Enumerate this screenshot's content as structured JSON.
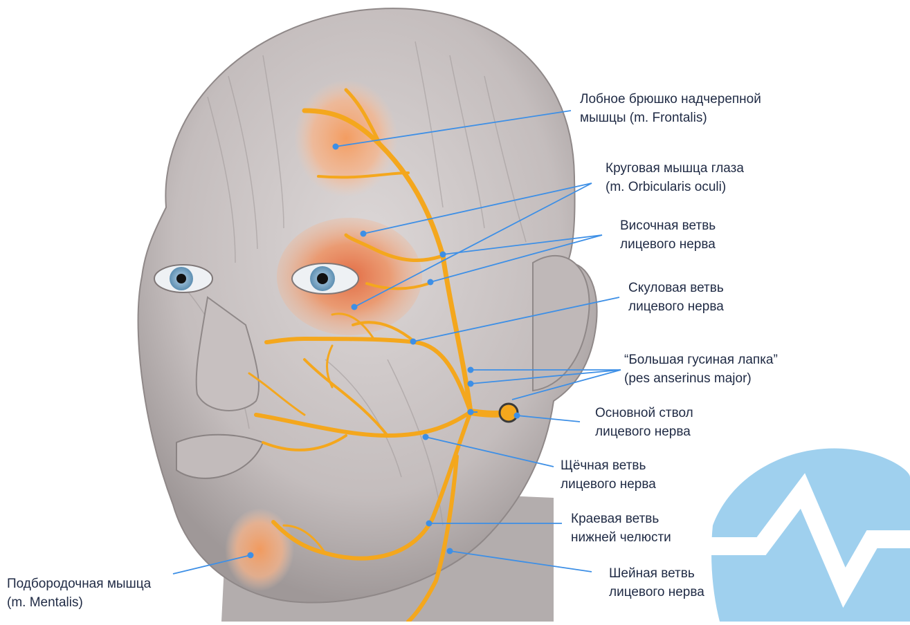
{
  "colors": {
    "leader_line": "#3d8fe6",
    "nerve": "#f4a71d",
    "muscle_highlight": "#f08a4b",
    "skin": "#cfc9c9",
    "skin_shadow": "#9d9696",
    "logo": "#9fd0ee",
    "text": "#1f2a44"
  },
  "labels": {
    "frontalis": [
      "Лобное брюшко надчерепной",
      "мышцы (m. Frontalis)"
    ],
    "orbicularis": [
      "Круговая мышца глаза",
      "(m. Orbicularis oculi)"
    ],
    "temporal": [
      "Височная ветвь",
      "лицевого нерва"
    ],
    "zygomatic": [
      "Скуловая ветвь",
      "лицевого нерва"
    ],
    "pes": [
      "“Большая гусиная лапка”",
      "(pes anserinus major)"
    ],
    "trunk": [
      "Основной ствол",
      "лицевого нерва"
    ],
    "buccal": [
      "Щёчная ветвь",
      "лицевого нерва"
    ],
    "mandibular": [
      "Краевая ветвь",
      "нижней челюсти"
    ],
    "cervical": [
      "Шейная ветвь",
      "лицевого нерва"
    ],
    "mentalis": [
      "Подбородочная мышца",
      "(m. Mentalis)"
    ]
  },
  "icons": {
    "logo": "pulse-logo-icon"
  }
}
